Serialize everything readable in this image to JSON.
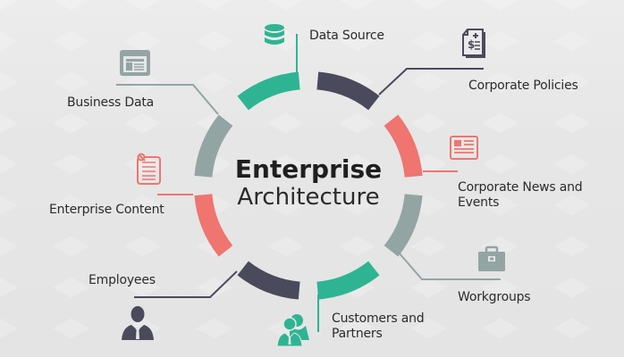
{
  "title": {
    "line1": "Enterprise",
    "line2": "Architecture"
  },
  "colors": {
    "teal": "#2fb493",
    "slate": "#4b4a5c",
    "coral": "#f07470",
    "gray": "#93a5a3",
    "background": "#e6e6e6"
  },
  "nodes": [
    {
      "id": "data-source",
      "label": "Data Source",
      "icon": "database-icon",
      "color": "teal"
    },
    {
      "id": "corporate-policies",
      "label": "Corporate Policies",
      "icon": "invoice-document-icon",
      "color": "slate"
    },
    {
      "id": "corporate-news",
      "label": "Corporate News and Events",
      "icon": "newspaper-icon",
      "color": "coral"
    },
    {
      "id": "workgroups",
      "label": "Workgroups",
      "icon": "briefcase-icon",
      "color": "gray"
    },
    {
      "id": "customers-partners",
      "label": "Customers and Partners",
      "icon": "users-icon",
      "color": "teal"
    },
    {
      "id": "employees",
      "label": "Employees",
      "icon": "businessman-icon",
      "color": "slate"
    },
    {
      "id": "enterprise-content",
      "label": "Enterprise Content",
      "icon": "notepad-icon",
      "color": "coral"
    },
    {
      "id": "business-data",
      "label": "Business Data",
      "icon": "browser-window-icon",
      "color": "gray"
    }
  ],
  "labels": {
    "data_source": "Data Source",
    "corporate_policies": "Corporate Policies",
    "corporate_news_l1": "Corporate News and",
    "corporate_news_l2": "Events",
    "workgroups": "Workgroups",
    "customers_l1": "Customers and",
    "customers_l2": "Partners",
    "employees": "Employees",
    "enterprise_content": "Enterprise Content",
    "business_data": "Business Data"
  }
}
